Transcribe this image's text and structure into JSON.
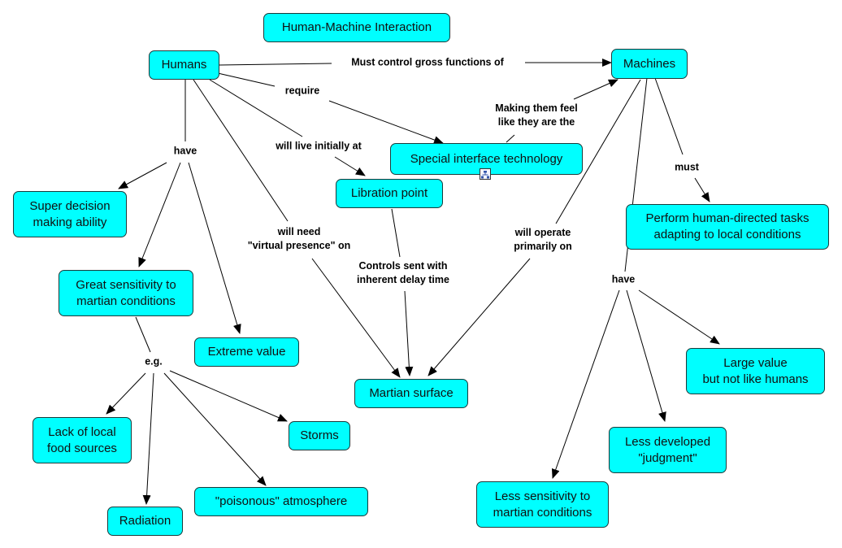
{
  "colors": {
    "concept_fill": "#00ffff",
    "concept_border": "#1a3a3a",
    "line": "#000000"
  },
  "title": "Human-Machine Interaction",
  "concepts": {
    "title": "Human-Machine Interaction",
    "humans": "Humans",
    "machines": "Machines",
    "special_interface": "Special interface technology",
    "libration_point": "Libration point",
    "super_decision": "Super decision\nmaking ability",
    "great_sensitivity": "Great sensitivity to\nmartian conditions",
    "extreme_value": "Extreme value",
    "martian_surface": "Martian surface",
    "perform_tasks": "Perform human-directed tasks\nadapting to local conditions",
    "large_value": "Large value\nbut not like humans",
    "less_developed": "Less developed\n\"judgment\"",
    "less_sensitivity": "Less sensitivity to\nmartian conditions",
    "lack_food": "Lack of local\nfood sources",
    "storms": "Storms",
    "radiation": "Radiation",
    "poisonous": "\"poisonous\" atmosphere"
  },
  "links": {
    "must_control": "Must control gross functions of",
    "require": "require",
    "making_feel": "Making them feel\nlike they are the",
    "have_humans": "have",
    "will_live": "will live initially at",
    "will_need": "will need\n\"virtual presence\" on",
    "controls_sent": "Controls sent with\ninherent delay time",
    "will_operate": "will operate\nprimarily on",
    "must": "must",
    "have_machines": "have",
    "eg": "e.g."
  },
  "icons": {
    "submap": "submap-icon"
  }
}
